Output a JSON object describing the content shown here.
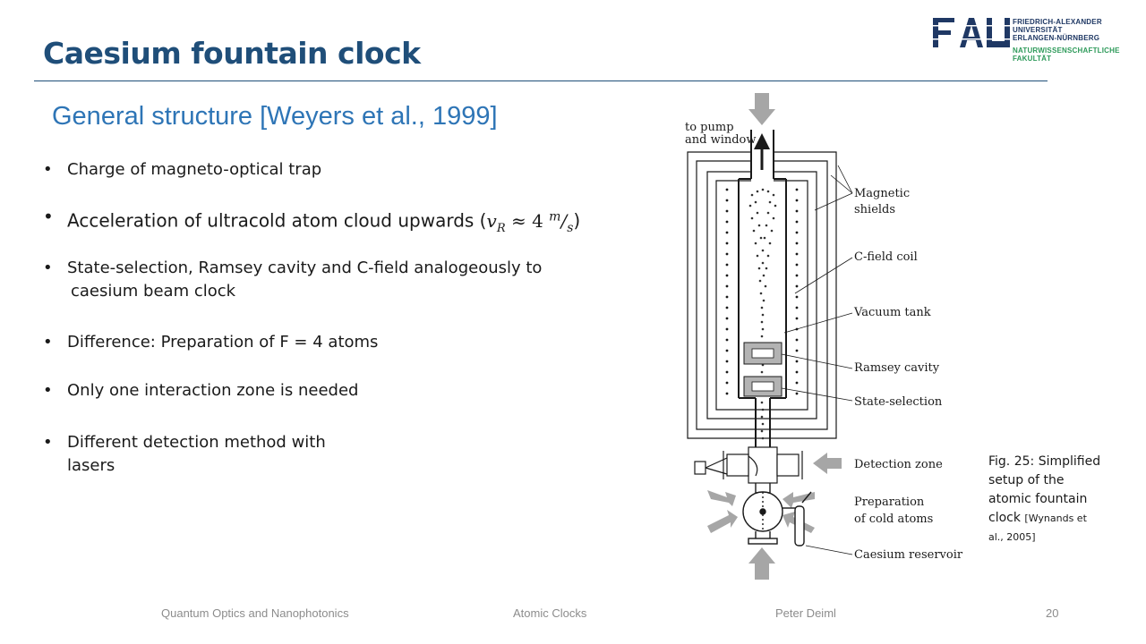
{
  "slide": {
    "title": "Caesium fountain clock",
    "subtitle": "General structure [Weyers et al., 1999]"
  },
  "logo": {
    "mark": "FAU",
    "lines": [
      "FRIEDRICH-ALEXANDER",
      "UNIVERSITÄT",
      "ERLANGEN-NÜRNBERG"
    ],
    "faculty": [
      "NATURWISSENSCHAFTLICHE",
      "FAKULTÄT"
    ],
    "colors": {
      "primary": "#1f3864",
      "faculty": "#2e9a5a"
    }
  },
  "bullets": [
    {
      "text": "Charge of magneto-optical trap"
    },
    {
      "text_prefix": "Acceleration of ultracold atom cloud upwards (",
      "math_var": "v",
      "math_sub": "R",
      "math_approx": " ≈ 4 ",
      "math_unit_num": "m",
      "math_unit_den": "s",
      "text_suffix": ")"
    },
    {
      "line1": "State-selection, Ramsey cavity and C-field analogeously to",
      "line2": "caesium beam clock"
    },
    {
      "text": "Difference: Preparation of F = 4 atoms"
    },
    {
      "text": "Only one interaction zone is needed"
    },
    {
      "line1": "Different detection method with",
      "line2": "lasers"
    }
  ],
  "figure": {
    "labels": {
      "pump": [
        "to pump",
        "and window"
      ],
      "shields": [
        "Magnetic",
        "shields"
      ],
      "cfield": "C-field coil",
      "vacuum": "Vacuum tank",
      "ramsey": "Ramsey cavity",
      "statesel": "State-selection",
      "detection": "Detection zone",
      "prep": [
        "Preparation",
        "of cold atoms"
      ],
      "reservoir": "Caesium reservoir"
    },
    "colors": {
      "arrow": "#a6a6a6",
      "line": "#1a1a1a"
    }
  },
  "caption": {
    "main": [
      "Fig. 25: Simplified",
      "setup of the",
      "atomic fountain",
      "clock "
    ],
    "cite_a": "[Wynands et",
    "cite_b": "al., 2005]"
  },
  "footer": {
    "course": "Quantum Optics and Nanophotonics",
    "topic": "Atomic Clocks",
    "author": "Peter Deiml",
    "page": "20"
  },
  "colors": {
    "title": "#1f4e79",
    "subtitle": "#2e75b6",
    "footer": "#8c8c8c"
  }
}
